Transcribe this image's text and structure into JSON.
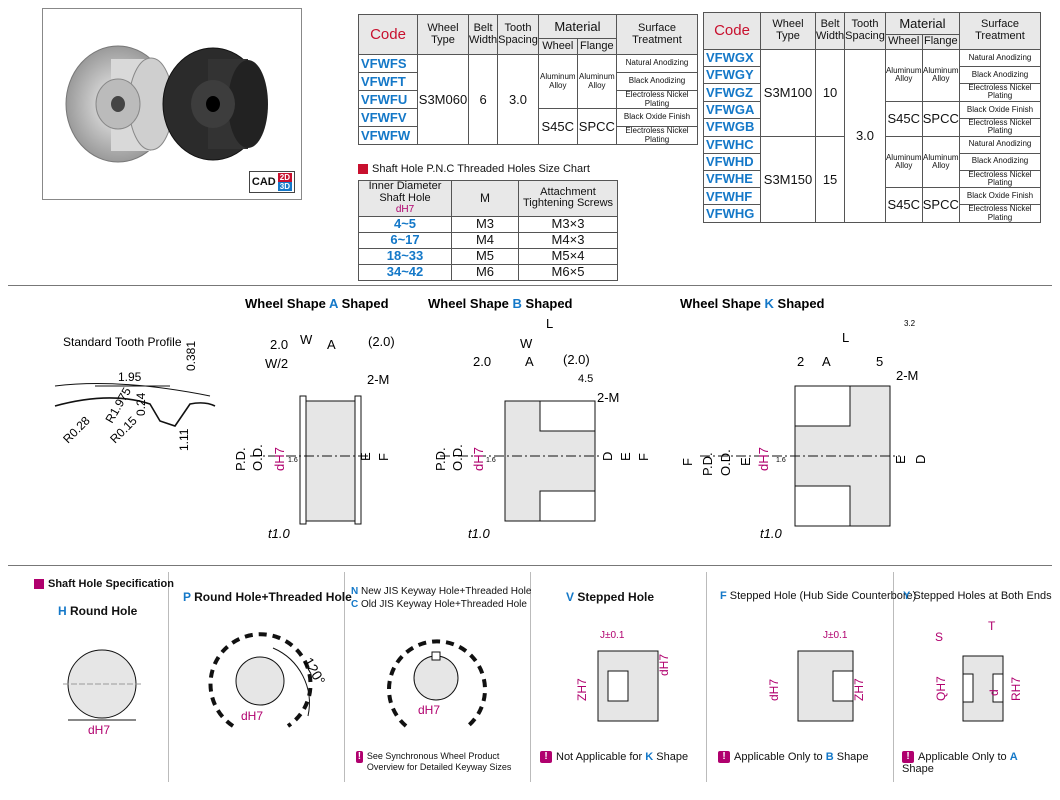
{
  "photo": {
    "cad": "CAD",
    "cad2d": "2D",
    "cad3d": "3D"
  },
  "table1": {
    "headers": {
      "code": "Code",
      "wheel_type": "Wheel Type",
      "belt_width": "Belt Width",
      "tooth_spacing": "Tooth Spacing",
      "material": "Material",
      "wheel": "Wheel",
      "flange": "Flange",
      "surface": "Surface Treatment"
    },
    "codes": [
      "VFWFS",
      "VFWFT",
      "VFWFU",
      "VFWFV",
      "VFWFW"
    ],
    "wheel_type": "S3M060",
    "belt_width": "6",
    "tooth_spacing": "3.0",
    "mat_al": "Aluminum Alloy",
    "mat_s45c": "S45C",
    "mat_spcc": "SPCC",
    "surfaces": [
      "Natural Anodizing",
      "Black Anodizing",
      "Electroless Nickel Plating",
      "Black Oxide Finish",
      "Electroless Nickel Plating"
    ]
  },
  "table2": {
    "codes": [
      "VFWGX",
      "VFWGY",
      "VFWGZ",
      "VFWGA",
      "VFWGB",
      "VFWHC",
      "VFWHD",
      "VFWHE",
      "VFWHF",
      "VFWHG"
    ],
    "types": [
      "S3M100",
      "S3M150"
    ],
    "widths": [
      "10",
      "15"
    ],
    "tooth_spacing": "3.0",
    "mat_al": "Aluminum Alloy",
    "mat_s45c": "S45C",
    "mat_spcc": "SPCC",
    "surfaces": [
      "Natural Anodizing",
      "Black Anodizing",
      "Electroless Nickel Plating",
      "Black Oxide Finish",
      "Electroless Nickel Plating",
      "Natural Anodizing",
      "Black Anodizing",
      "Electroless Nickel Plating",
      "Black Oxide Finish",
      "Electroless Nickel Plating"
    ]
  },
  "shaft_chart": {
    "title": "Shaft Hole P.N.C Threaded Holes Size Chart",
    "h_inner": "Inner Diameter Shaft Hole",
    "h_inner2": "dH7",
    "h_m": "M",
    "h_screws": "Attachment Tightening Screws",
    "rows": [
      {
        "range": "4~5",
        "m": "M3",
        "screw": "M3×3"
      },
      {
        "range": "6~17",
        "m": "M4",
        "screw": "M4×3"
      },
      {
        "range": "18~33",
        "m": "M5",
        "screw": "M5×4"
      },
      {
        "range": "34~42",
        "m": "M6",
        "screw": "M6×5"
      }
    ]
  },
  "drawings": {
    "tooth_title": "Standard Tooth Profile",
    "tooth_dims": {
      "pitch": "1.95",
      "h": "0.381",
      "r1": "R1.975",
      "r2": "R0.28",
      "r3": "R0.15",
      "d1": "0.24",
      "d2": "1.11"
    },
    "a": {
      "pre": "Wheel Shape ",
      "letter": "A",
      "post": " Shaped"
    },
    "b": {
      "pre": "Wheel Shape ",
      "letter": "B",
      "post": " Shaped"
    },
    "k": {
      "pre": "Wheel Shape ",
      "letter": "K",
      "post": " Shaped"
    },
    "labels": {
      "W": "W",
      "A": "A",
      "L": "L",
      "two": "2.0",
      "two_p": "(2.0)",
      "wh": "W/2",
      "m2": "2-M",
      "pd": "P.D.",
      "od": "O.D.",
      "dh7": "dH7",
      "e": "E",
      "f": "F",
      "d": "D",
      "t1": "t1.0",
      "r16": "1.6",
      "v45": "4.5",
      "k2": "2",
      "k5": "5",
      "rough": "3.2"
    }
  },
  "shaft_spec": {
    "title": "Shaft Hole Specification",
    "h": {
      "letter": "H",
      "text": " Round Hole"
    },
    "p": {
      "letter": "P",
      "text": " Round Hole+Threaded Hole",
      "angle": "120°"
    },
    "n": {
      "letter": "N",
      "text": " New JIS Keyway Hole+Threaded Hole"
    },
    "c": {
      "letter": "C",
      "text": " Old JIS Keyway Hole+Threaded Hole"
    },
    "v": {
      "letter": "V",
      "text": " Stepped Hole"
    },
    "f": {
      "letter": "F",
      "text": " Stepped Hole (Hub Side Counterbore)"
    },
    "y": {
      "letter": "Y",
      "text": " Stepped Holes at Both Ends"
    },
    "dh7": "dH7",
    "j": "J±0.1",
    "z": "ZH7",
    "q": "QH7",
    "s": "S",
    "t": "T",
    "d": "d",
    "r": "RH7",
    "notes": {
      "n": "See Synchronous Wheel Product Overview for Detailed Keyway Sizes",
      "v_pre": "Not Applicable for ",
      "v_letter": "K",
      "v_post": " Shape",
      "f_pre": "Applicable Only to ",
      "f_letter": "B",
      "f_post": " Shape",
      "y_pre": "Applicable Only to ",
      "y_letter": "A",
      "y_post": " Shape"
    }
  }
}
